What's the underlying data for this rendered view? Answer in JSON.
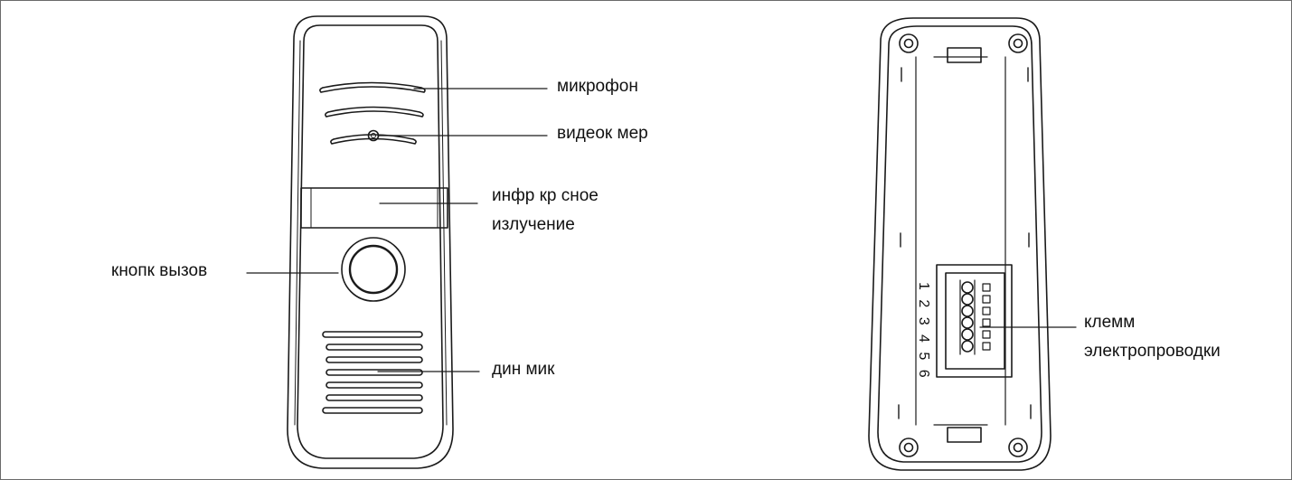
{
  "front_panel": {
    "labels": {
      "microphone": "микрофон",
      "camera": "видеок мер",
      "ir_line1": "инфр кр сное",
      "ir_line2": "излучение",
      "call_button": "кнопк вызов",
      "speaker": "дин мик"
    }
  },
  "back_panel": {
    "terminal_numbers": "1 2 3 4 5 6",
    "terminal_label_line1": "клемм",
    "terminal_label_line2": "электропроводки"
  },
  "colors": {
    "line": "#1a1a1a",
    "frame": "#6a6a6a"
  }
}
